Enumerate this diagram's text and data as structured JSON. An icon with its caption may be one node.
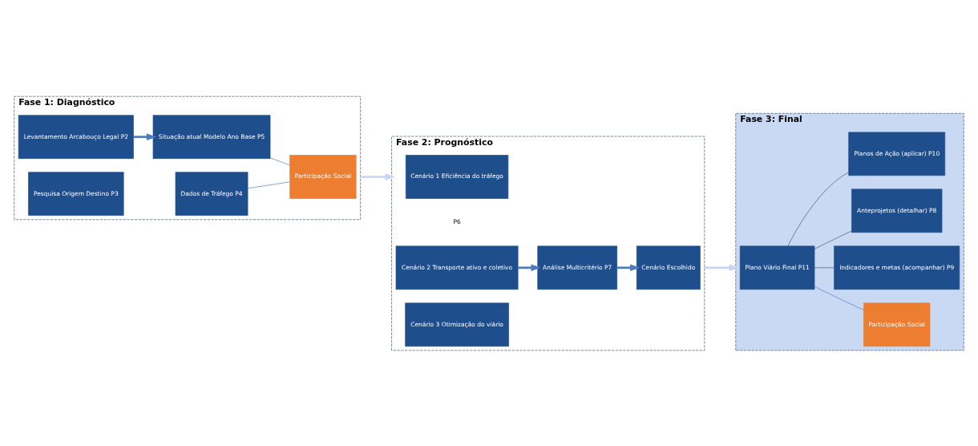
{
  "diagram": {
    "nodes": [
      {
        "text": [
          "Fase 1: Diagnóstico"
        ]
      },
      {
        "text": [
          "Levantamento Arcabouço Legal P2"
        ],
        "in": 0
      },
      {
        "text": [
          "Pesquisa Origem Destino P3"
        ],
        "in": 0
      },
      {
        "text": [
          "Dados de Tráfego P4"
        ],
        "in": 0
      },
      {
        "text": [
          "Situação atual Modelo Ano Base P5"
        ],
        "in": 0
      },
      {
        "text": [
          "Participação Social"
        ],
        "in": 0
      },
      {
        "text": [
          "Fase 2: Prognóstico"
        ]
      },
      {
        "text": [
          "Cenário 1 Eficiência do tráfego"
        ],
        "in": 6,
        "beside": [
          "P6"
        ]
      },
      {
        "text": [
          "Cenário 2 Transporte ativo e coletivo"
        ],
        "in": 6
      },
      {
        "text": [
          "Cenário 3 Otimização do viário"
        ],
        "in": 6
      },
      {
        "text": [
          "Análise Multicritério P7"
        ],
        "in": 6
      },
      {
        "text": [
          "Cenário Escolhido"
        ],
        "in": 6
      },
      {
        "text": [
          "Fase 3: Final"
        ]
      },
      {
        "text": [
          "Plano Viário Final P11"
        ],
        "in": 12
      },
      {
        "text": [
          "Participação Social"
        ],
        "in": 12
      },
      {
        "text": [
          "Indicadores e metas (acompanhar) P9"
        ],
        "in": 12
      },
      {
        "text": [
          "Anteprojetos (detalhar) P8"
        ],
        "in": 12
      },
      {
        "text": [
          "Planos de Ação (aplicar) P10"
        ],
        "in": 12
      }
    ],
    "edges": [
      {
        "from": 1,
        "to": 4,
        "arrow": "to",
        "style": "thick"
      },
      {
        "from": 4,
        "to": 5,
        "arrow": "none",
        "color": "#4a7bc0"
      },
      {
        "from": 3,
        "to": 5,
        "arrow": "none",
        "color": "#4a7bc0"
      },
      {
        "from": 8,
        "to": 10,
        "arrow": "to",
        "style": "thick"
      },
      {
        "from": 10,
        "to": 11,
        "arrow": "to",
        "style": "thick"
      },
      {
        "from": 0,
        "to": 6,
        "arrow": "to",
        "style": "thick",
        "color": "#c6d6f2"
      },
      {
        "from": 6,
        "to": 12,
        "arrow": "to",
        "style": "thick",
        "color": "#c6d6f2"
      },
      {
        "from": 13,
        "to": 14,
        "arrow": "none",
        "color": "#4a7bc0"
      },
      {
        "from": 13,
        "to": 15,
        "arrow": "none",
        "color": "#44546a"
      },
      {
        "from": 13,
        "to": 16,
        "arrow": "none",
        "color": "#44546a"
      },
      {
        "from": 13,
        "to": 17,
        "arrow": "none",
        "color": "#44546a"
      }
    ]
  }
}
